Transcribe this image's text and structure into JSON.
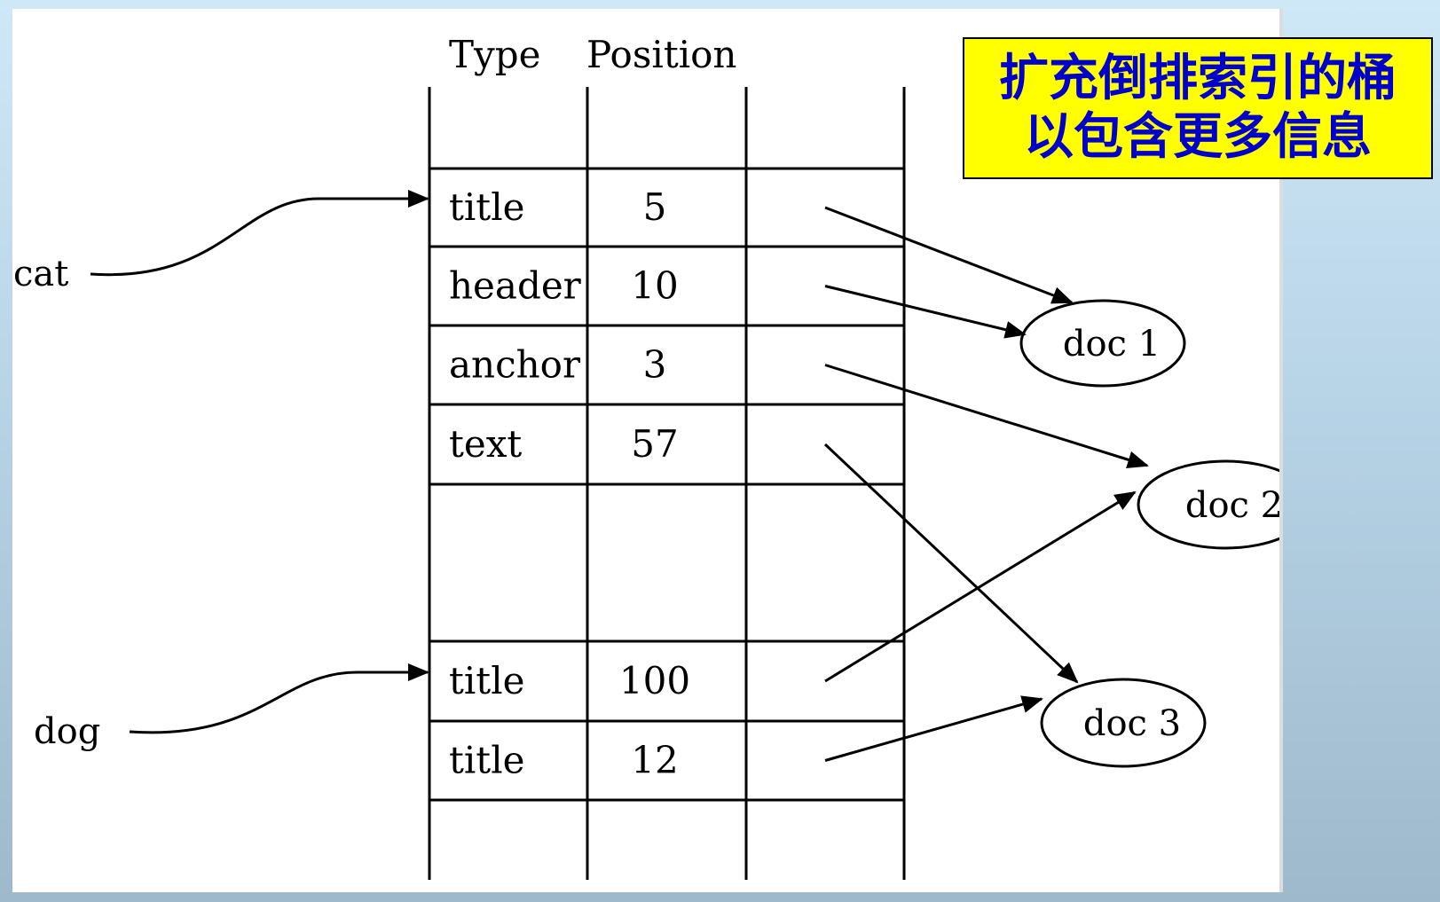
{
  "table": {
    "headers": {
      "type": "Type",
      "position": "Position"
    },
    "rows": [
      {
        "type": "",
        "position": ""
      },
      {
        "type": "title",
        "position": "5"
      },
      {
        "type": "header",
        "position": "10"
      },
      {
        "type": "anchor",
        "position": "3"
      },
      {
        "type": "text",
        "position": "57"
      },
      {
        "type": "",
        "position": ""
      },
      {
        "type": "title",
        "position": "100"
      },
      {
        "type": "title",
        "position": "12"
      },
      {
        "type": "",
        "position": ""
      }
    ]
  },
  "terms": [
    {
      "label": "cat",
      "points_to_row": 1
    },
    {
      "label": "dog",
      "points_to_row": 6
    }
  ],
  "docs": [
    {
      "label": "doc 1"
    },
    {
      "label": "doc 2"
    },
    {
      "label": "doc 3"
    }
  ],
  "links": [
    {
      "from_row": 1,
      "to_doc": 0
    },
    {
      "from_row": 2,
      "to_doc": 0
    },
    {
      "from_row": 3,
      "to_doc": 1
    },
    {
      "from_row": 4,
      "to_doc": 2
    },
    {
      "from_row": 6,
      "to_doc": 1
    },
    {
      "from_row": 7,
      "to_doc": 2
    }
  ],
  "callout": {
    "text": "扩充倒排索引的桶\n以包含更多信息"
  },
  "colors": {
    "callout_background": "#ffff00",
    "callout_text": "#0000cc"
  }
}
